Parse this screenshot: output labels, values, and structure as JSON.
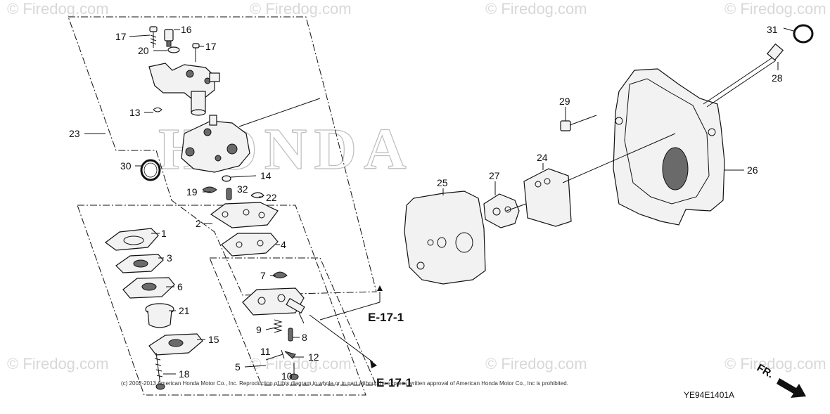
{
  "watermark": {
    "text": "© Firedog.com",
    "text_alt": "© Firedog.com"
  },
  "brand": {
    "logo_text": "HONDA"
  },
  "refs": {
    "e17_label": "E-17-1"
  },
  "footer": {
    "copyright": "(c) 2002-2013 American Honda Motor Co., Inc. Reproduction of this diagram in whole or in part without the express written approval of American Honda Motor Co., Inc is prohibited.",
    "diagram_code": "YE94E1401A",
    "fr_label": "FR."
  },
  "callouts": {
    "n1": "1",
    "n2": "2",
    "n3": "3",
    "n4": "4",
    "n5": "5",
    "n6": "6",
    "n7": "7",
    "n8": "8",
    "n9": "9",
    "n10": "10",
    "n11": "11",
    "n12": "12",
    "n13": "13",
    "n14": "14",
    "n15": "15",
    "n16": "16",
    "n17a": "17",
    "n17b": "17",
    "n18": "18",
    "n19": "19",
    "n20": "20",
    "n21": "21",
    "n22": "22",
    "n23": "23",
    "n24": "24",
    "n25": "25",
    "n26": "26",
    "n27": "27",
    "n28": "28",
    "n29": "29",
    "n30": "30",
    "n31": "31",
    "n32": "32"
  }
}
